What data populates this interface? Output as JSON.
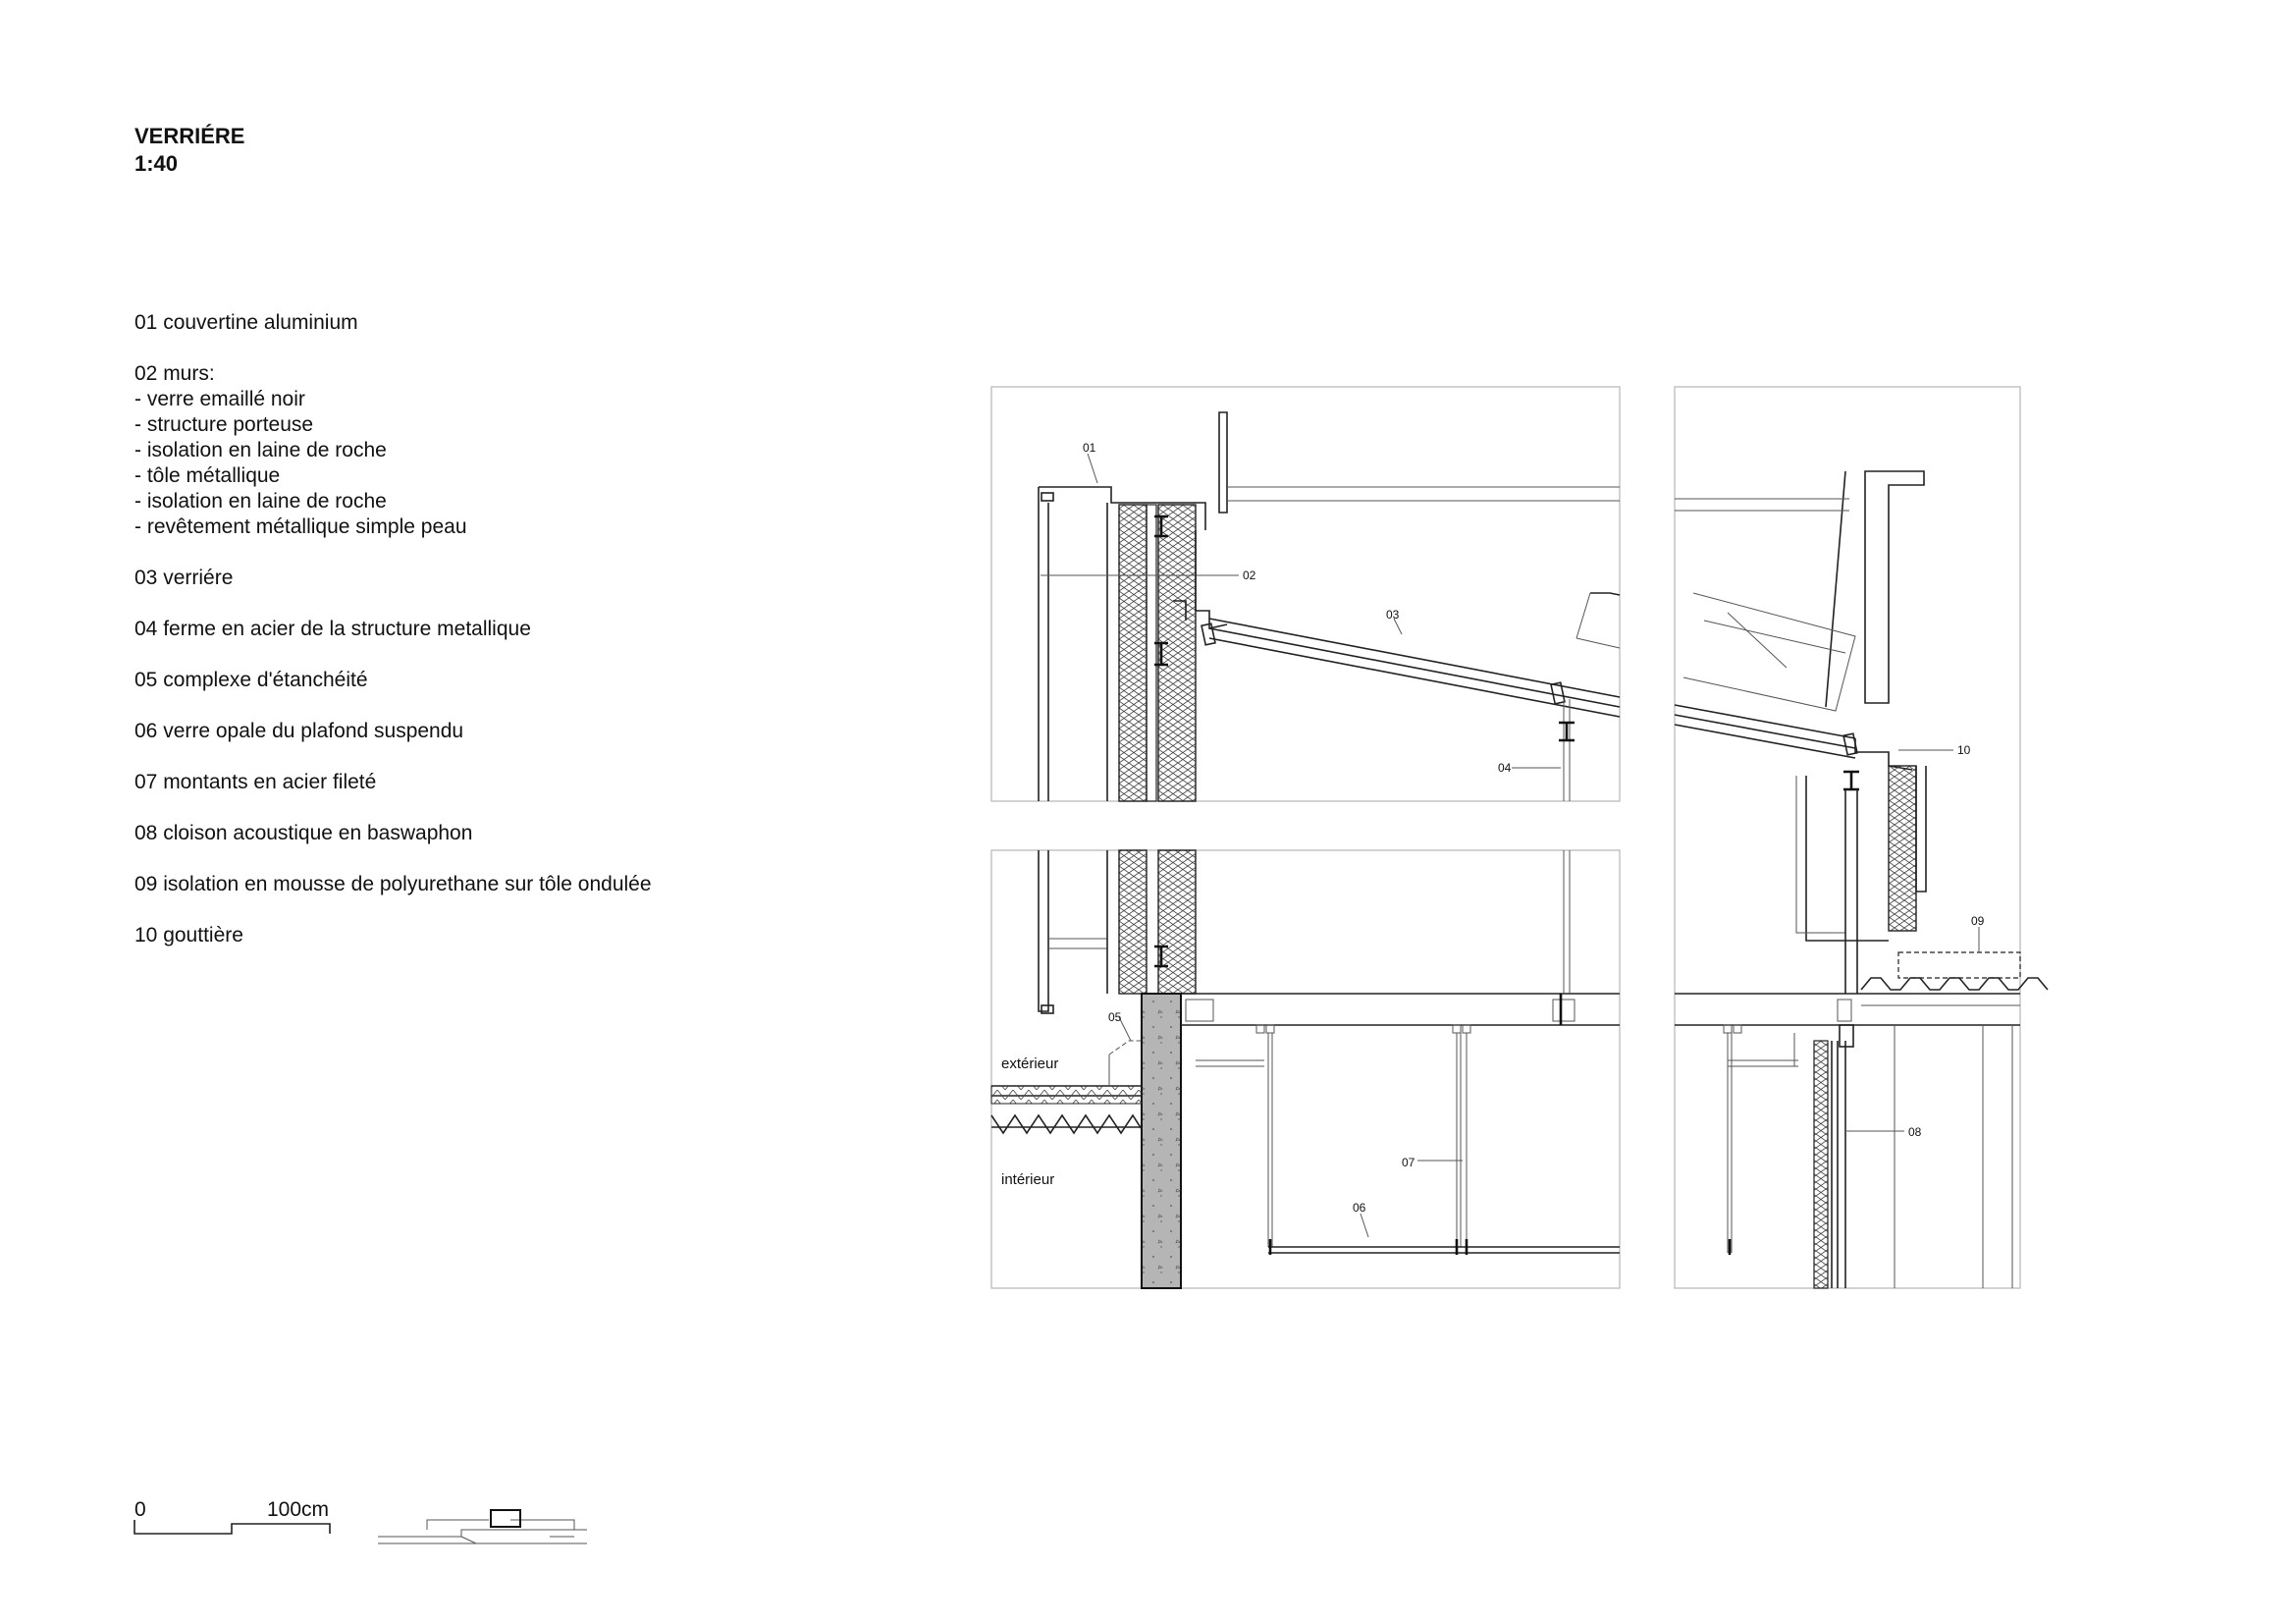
{
  "header": {
    "title": "VERRIÉRE",
    "scale": "1:40"
  },
  "legend": [
    {
      "code": "01",
      "text": "01 couvertine aluminium",
      "sub": []
    },
    {
      "code": "02",
      "text": "02 murs:",
      "sub": [
        "- verre emaillé noir",
        "- structure porteuse",
        "- isolation en laine de roche",
        "- tôle métallique",
        "- isolation en laine de roche",
        "- revêtement métallique simple peau"
      ]
    },
    {
      "code": "03",
      "text": "03 verriére",
      "sub": []
    },
    {
      "code": "04",
      "text": "04 ferme en acier de la structure metallique",
      "sub": []
    },
    {
      "code": "05",
      "text": "05 complexe d'étanchéité",
      "sub": []
    },
    {
      "code": "06",
      "text": "06 verre opale du plafond suspendu",
      "sub": []
    },
    {
      "code": "07",
      "text": "07 montants en acier fileté",
      "sub": []
    },
    {
      "code": "08",
      "text": "08 cloison acoustique en baswaphon",
      "sub": []
    },
    {
      "code": "09",
      "text": "09 isolation en mousse de polyurethane sur tôle ondulée",
      "sub": []
    },
    {
      "code": "10",
      "text": "10 gouttière",
      "sub": []
    }
  ],
  "drawing": {
    "callouts": {
      "c01": "01",
      "c02": "02",
      "c03": "03",
      "c04": "04",
      "c05": "05",
      "c06": "06",
      "c07": "07",
      "c08": "08",
      "c09": "09",
      "c10": "10"
    },
    "zones": {
      "exterior": "extérieur",
      "interior": "intérieur"
    }
  },
  "scalebar": {
    "start": "0",
    "end": "100cm"
  },
  "colors": {
    "ink": "#111111",
    "frame": "#bbbbbb",
    "concrete": "#b5b5b5"
  }
}
